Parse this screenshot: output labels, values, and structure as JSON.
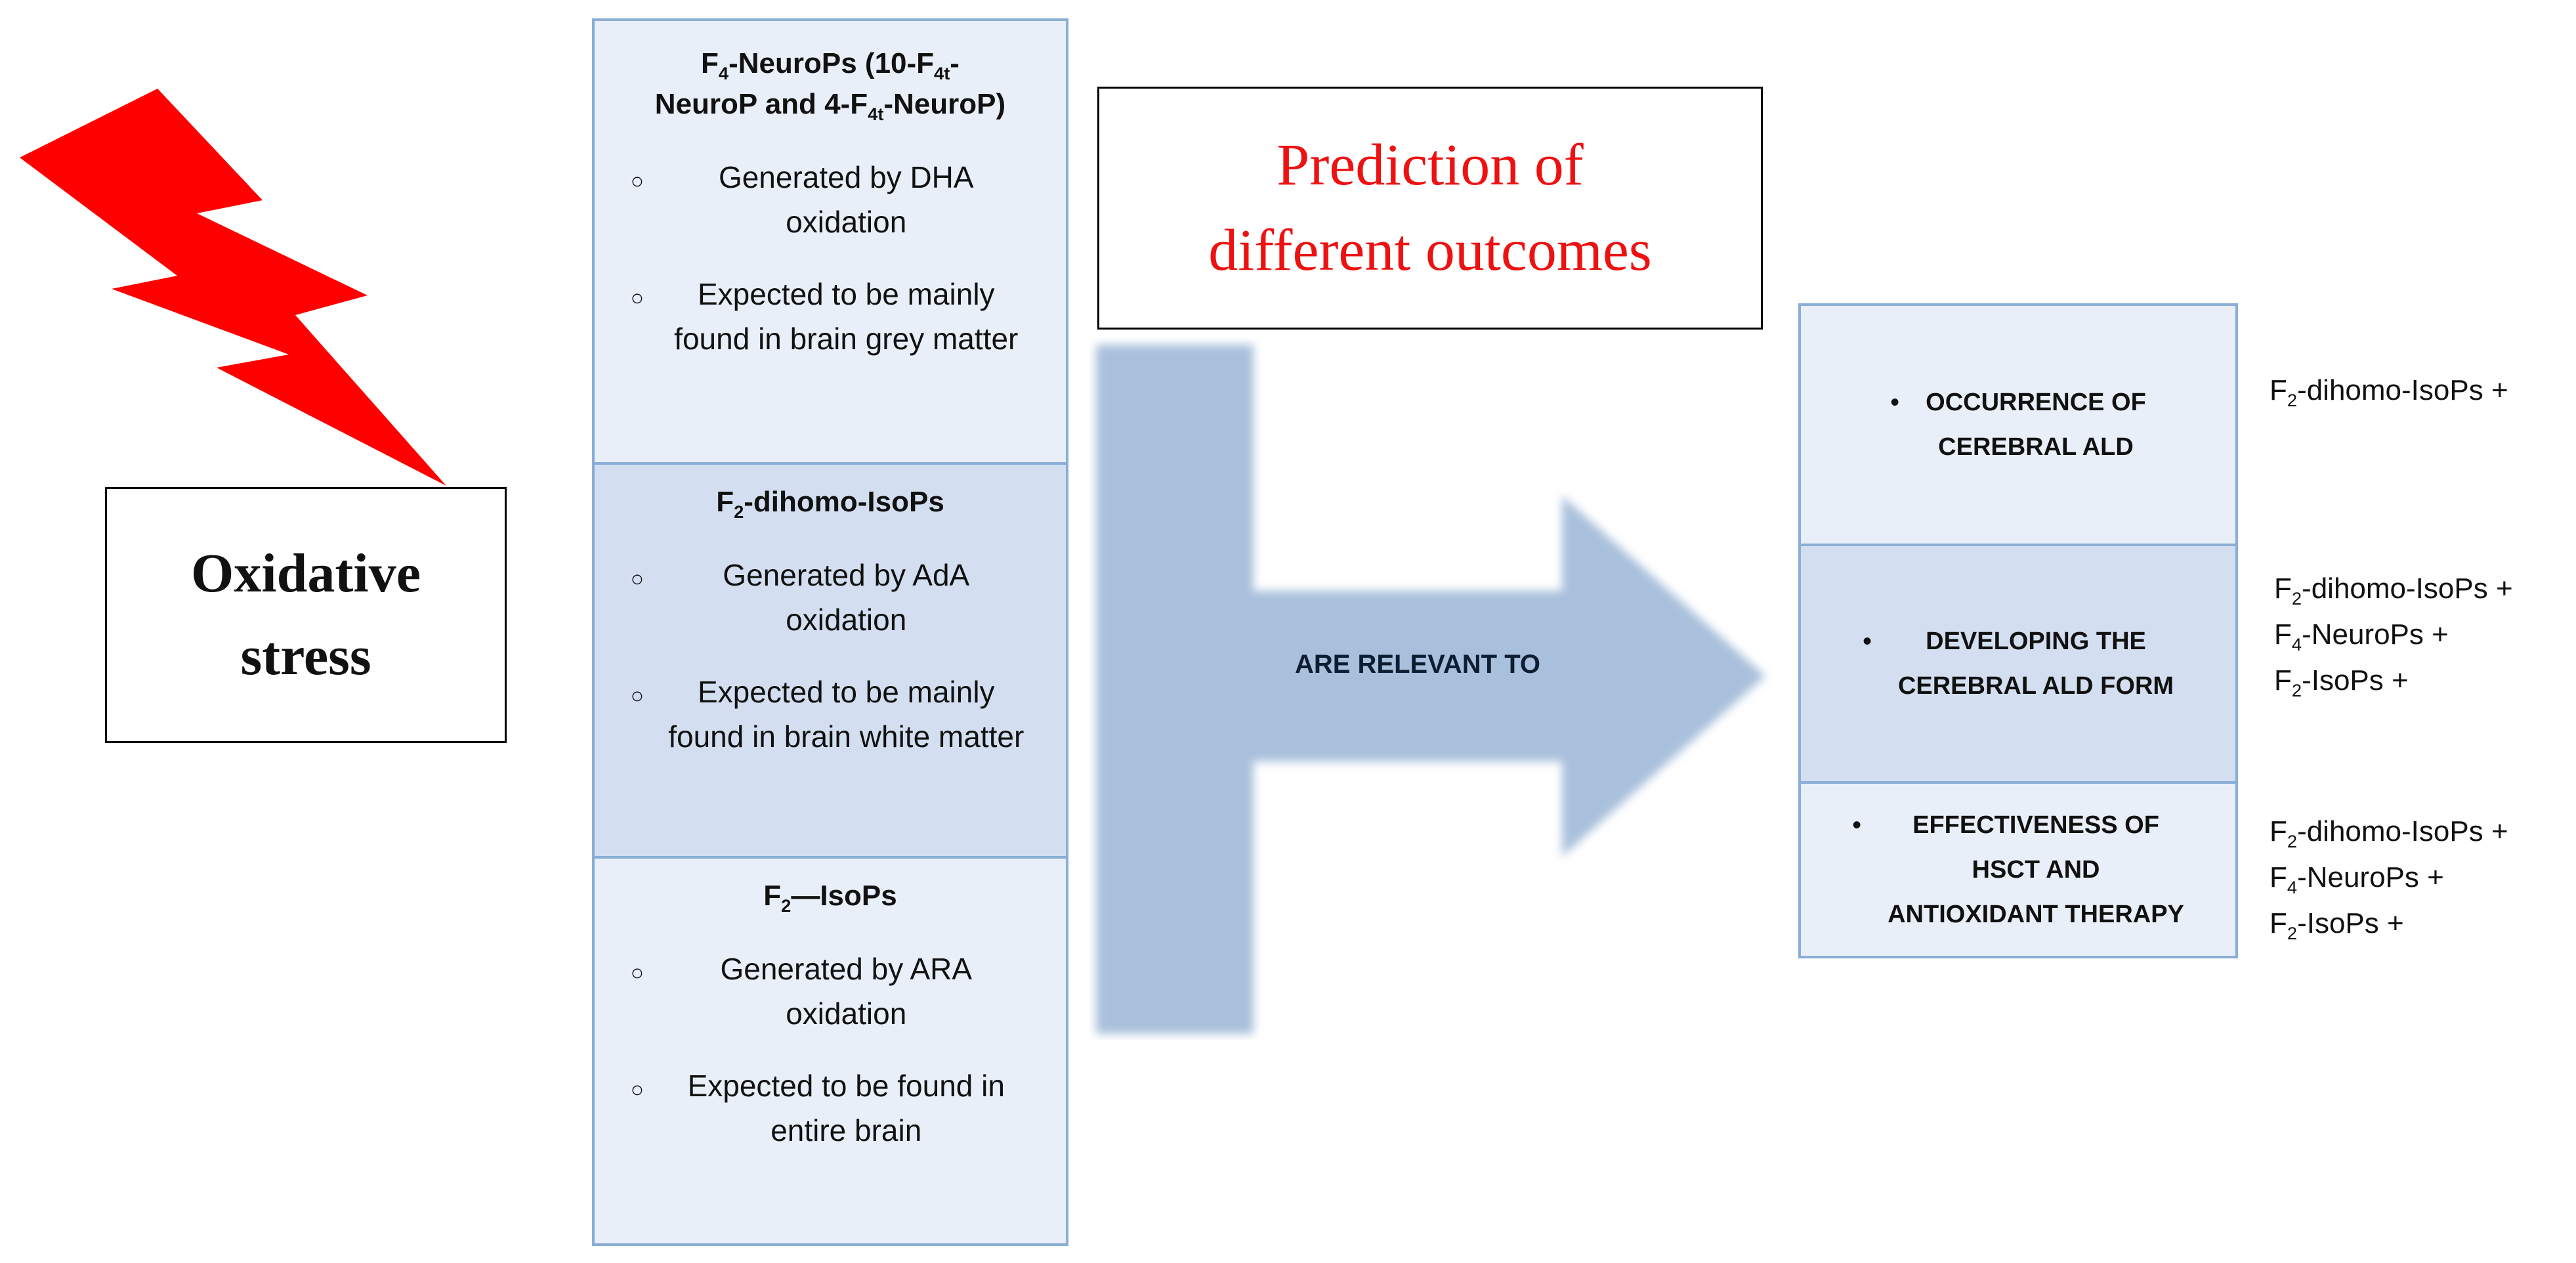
{
  "oxidative_stress": {
    "line1": "Oxidative",
    "line2": "stress"
  },
  "prediction": {
    "line1": "Prediction of",
    "line2": "different outcomes"
  },
  "arrow_label": "Are Relevant to",
  "isoprostanes": [
    {
      "title_lines": [
        [
          {
            "t": "F"
          },
          {
            "t": "4",
            "sub": true
          },
          {
            "t": "-NeuroPs (10-F"
          },
          {
            "t": "4t",
            "sub": true
          },
          {
            "t": "-"
          }
        ],
        [
          {
            "t": "NeuroP and 4-F"
          },
          {
            "t": "4t",
            "sub": true
          },
          {
            "t": "-NeuroP)"
          }
        ]
      ],
      "items": [
        "Generated by DHA oxidation",
        "Expected to be mainly found in brain grey matter"
      ]
    },
    {
      "title_lines": [
        [
          {
            "t": "F"
          },
          {
            "t": "2",
            "sub": true
          },
          {
            "t": "-dihomo-IsoPs"
          }
        ]
      ],
      "items": [
        "Generated by AdA oxidation",
        "Expected to be mainly found in brain white matter"
      ]
    },
    {
      "title_lines": [
        [
          {
            "t": "F"
          },
          {
            "t": "2",
            "sub": true
          },
          {
            "t": "—IsoPs"
          }
        ]
      ],
      "items": [
        "Generated by ARA oxidation",
        "Expected to be found in entire brain"
      ]
    }
  ],
  "outcomes": [
    {
      "text": "Occurrence of cerebral ALD",
      "lines": [
        "Occurrence of",
        "cerebral ALD"
      ],
      "markers": [
        [
          {
            "t": "F"
          },
          {
            "t": "2",
            "sub": true
          },
          {
            "t": "-dihomo-IsoPs  +"
          }
        ]
      ]
    },
    {
      "text": "Developing the cerebral ALD form",
      "lines": [
        "Developing the",
        "cerebral ALD form"
      ],
      "markers": [
        [
          {
            "t": "F"
          },
          {
            "t": "2",
            "sub": true
          },
          {
            "t": "-dihomo-IsoPs  +"
          }
        ],
        [
          {
            "t": "F"
          },
          {
            "t": "4",
            "sub": true
          },
          {
            "t": "-NeuroPs  +"
          }
        ],
        [
          {
            "t": "F"
          },
          {
            "t": "2",
            "sub": true
          },
          {
            "t": "-IsoPs  +"
          }
        ]
      ]
    },
    {
      "text": "Effectiveness of HSCT and antioxidant therapy",
      "lines": [
        "Effectiveness of",
        "HSCT and",
        "antioxidant therapy"
      ],
      "markers": [
        [
          {
            "t": "F"
          },
          {
            "t": "2",
            "sub": true
          },
          {
            "t": "-dihomo-IsoPs  +"
          }
        ],
        [
          {
            "t": "F"
          },
          {
            "t": "4",
            "sub": true
          },
          {
            "t": "-NeuroPs  +"
          }
        ],
        [
          {
            "t": "F"
          },
          {
            "t": "2",
            "sub": true
          },
          {
            "t": "-IsoPs  +"
          }
        ]
      ]
    }
  ],
  "colors": {
    "bolt": "#ff0000",
    "prediction": "#ee1111",
    "arrow": "#a9c0dc",
    "border": "#8aaed6"
  }
}
